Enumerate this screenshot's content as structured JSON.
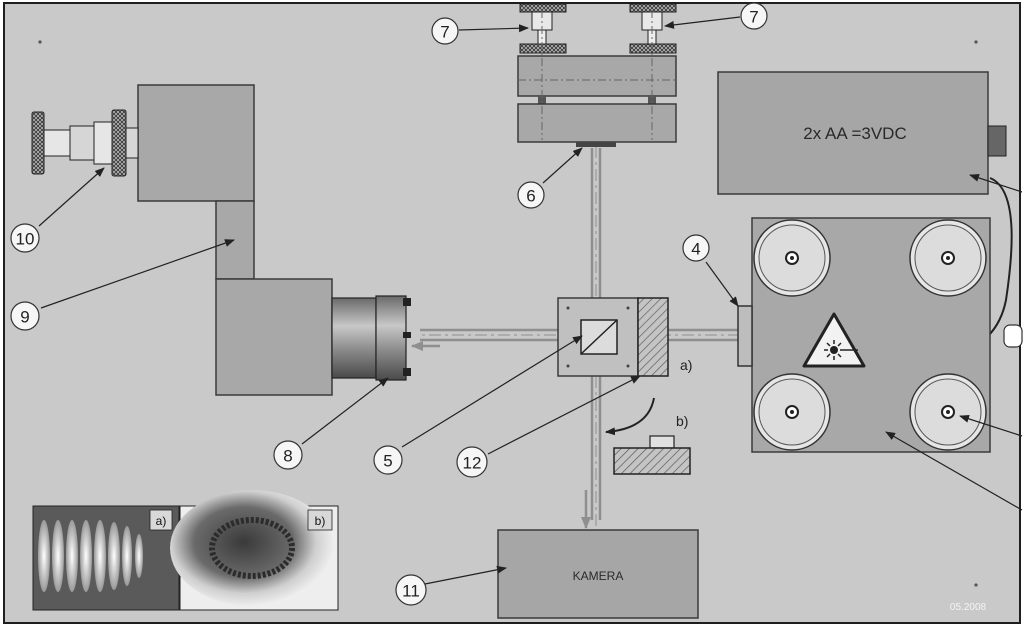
{
  "callouts": {
    "c4": "4",
    "c5": "5",
    "c6": "6",
    "c7a": "7",
    "c7b": "7",
    "c8": "8",
    "c9": "9",
    "c10": "10",
    "c11": "11",
    "c12": "12"
  },
  "labels": {
    "battery": "2x AA =3VDC",
    "camera": "KAMERA",
    "position_a": "a)",
    "position_b": "b)",
    "inset_a": "a)",
    "inset_b": "b)",
    "date": "05.2008"
  },
  "colors": {
    "background": "#c9c9c9",
    "component_fill": "#a8a8a8",
    "component_stroke": "#3a3a3a",
    "beam": "#8f8f8f"
  },
  "icons": {
    "laser_warning": "laser-warning-icon"
  }
}
